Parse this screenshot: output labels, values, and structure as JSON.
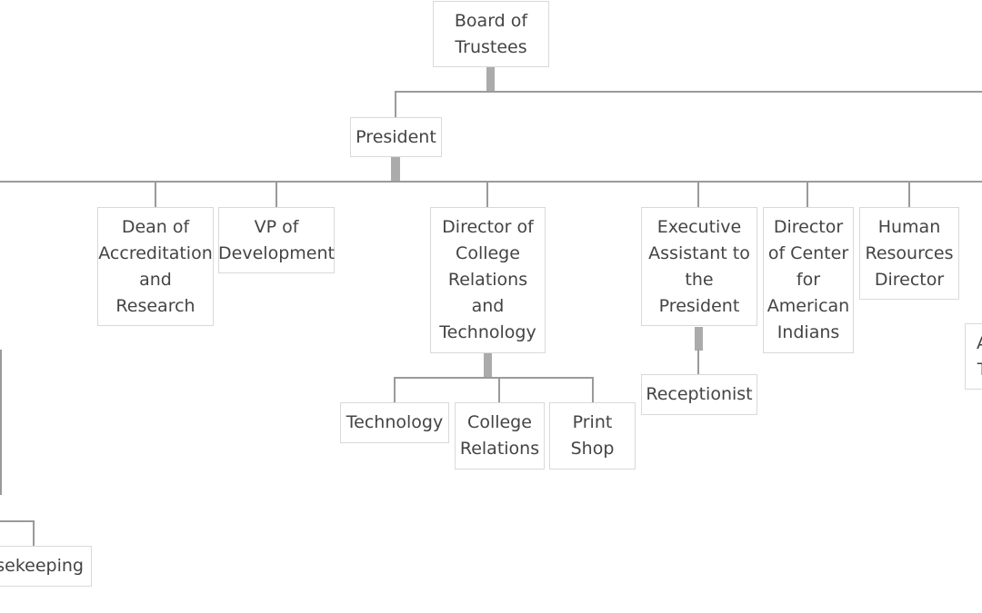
{
  "nodes": {
    "board": "Board of\nTrustees",
    "president": "President",
    "dean": "Dean of\nAccreditation\nand\nResearch",
    "vp_development": "VP of\nDevelopment",
    "director_college_relations": "Director of\nCollege\nRelations\nand\nTechnology",
    "technology": "Technology",
    "college_relations": "College\nRelations",
    "print_shop": "Print\nShop",
    "executive_assistant": "Executive\nAssistant to\nthe\nPresident",
    "receptionist": "Receptionist",
    "director_center": "Director\nof Center\nfor\nAmerican\nIndians",
    "hr_director": "Human\nResources\nDirector",
    "partial_right": "A\nT",
    "housekeeping": "ousekeeping"
  }
}
